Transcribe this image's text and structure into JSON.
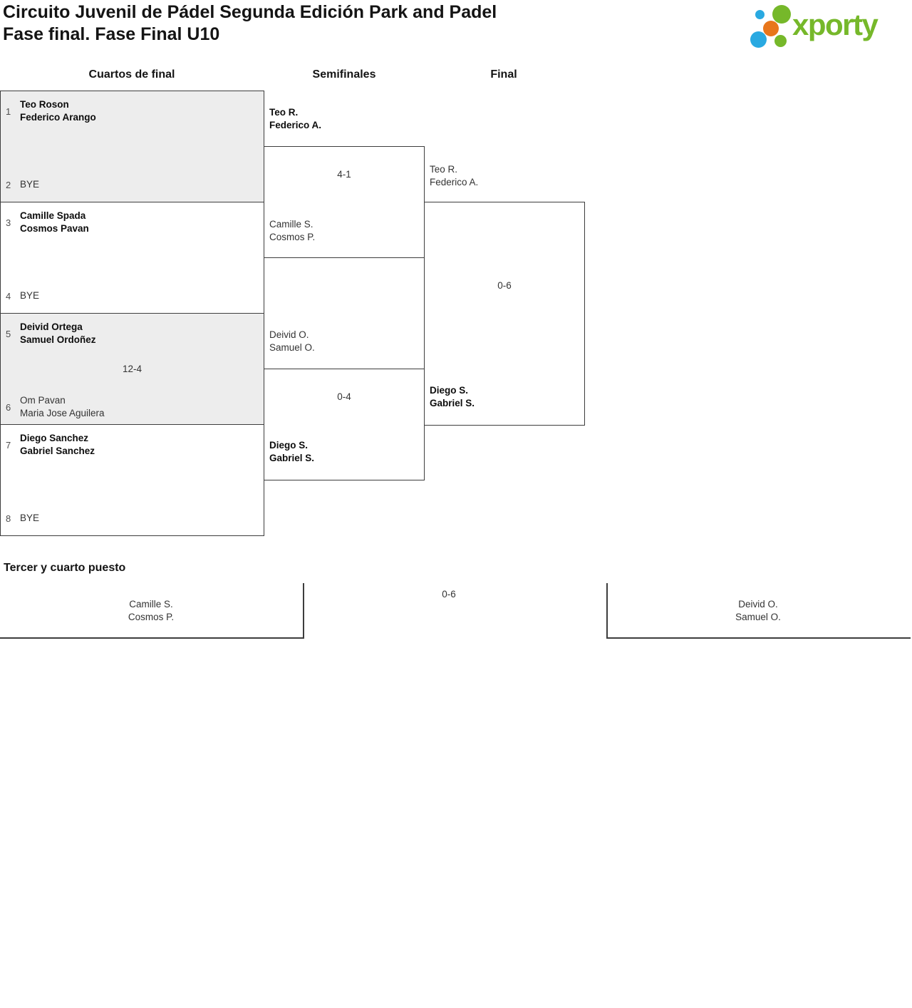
{
  "brand": {
    "logo_text": "xporty",
    "logo_green": "#76b82a",
    "logo_blue": "#29a9e1",
    "logo_orange": "#e8761b"
  },
  "header": {
    "title_line1": "Circuito Juvenil de Pádel Segunda Edición Park and Padel",
    "title_line2": "Fase final. Fase Final U10"
  },
  "rounds": [
    "Cuartos de final",
    "Semifinales",
    "Final"
  ],
  "quarterfinals": [
    {
      "seed1": "1",
      "team1_line1": "Teo Roson",
      "team1_line2": "Federico Arango",
      "score": "",
      "seed2": "2",
      "team2_line1": "BYE",
      "team2_line2": ""
    },
    {
      "seed1": "3",
      "team1_line1": "Camille Spada",
      "team1_line2": "Cosmos Pavan",
      "score": "",
      "seed2": "4",
      "team2_line1": "BYE",
      "team2_line2": ""
    },
    {
      "seed1": "5",
      "team1_line1": "Deivid Ortega",
      "team1_line2": "Samuel Ordoñez",
      "score": "12-4",
      "seed2": "6",
      "team2_line1": "Om Pavan",
      "team2_line2": "Maria Jose Aguilera"
    },
    {
      "seed1": "7",
      "team1_line1": "Diego Sanchez",
      "team1_line2": "Gabriel Sanchez",
      "score": "",
      "seed2": "8",
      "team2_line1": "BYE",
      "team2_line2": ""
    }
  ],
  "semifinals": [
    {
      "top_line1": "Teo R.",
      "top_line2": "Federico A.",
      "score": "4-1",
      "bottom_line1": "Camille S.",
      "bottom_line2": "Cosmos P."
    },
    {
      "top_line1": "Deivid O.",
      "top_line2": "Samuel O.",
      "score": "0-4",
      "bottom_line1": "Diego S.",
      "bottom_line2": "Gabriel S."
    }
  ],
  "final": {
    "top_line1": "Teo R.",
    "top_line2": "Federico A.",
    "score": "0-6",
    "bottom_line1": "Diego S.",
    "bottom_line2": "Gabriel S."
  },
  "third_place": {
    "heading": "Tercer y cuarto puesto",
    "left_line1": "Camille S.",
    "left_line2": "Cosmos P.",
    "score": "0-6",
    "right_line1": "Deivid O.",
    "right_line2": "Samuel O."
  }
}
